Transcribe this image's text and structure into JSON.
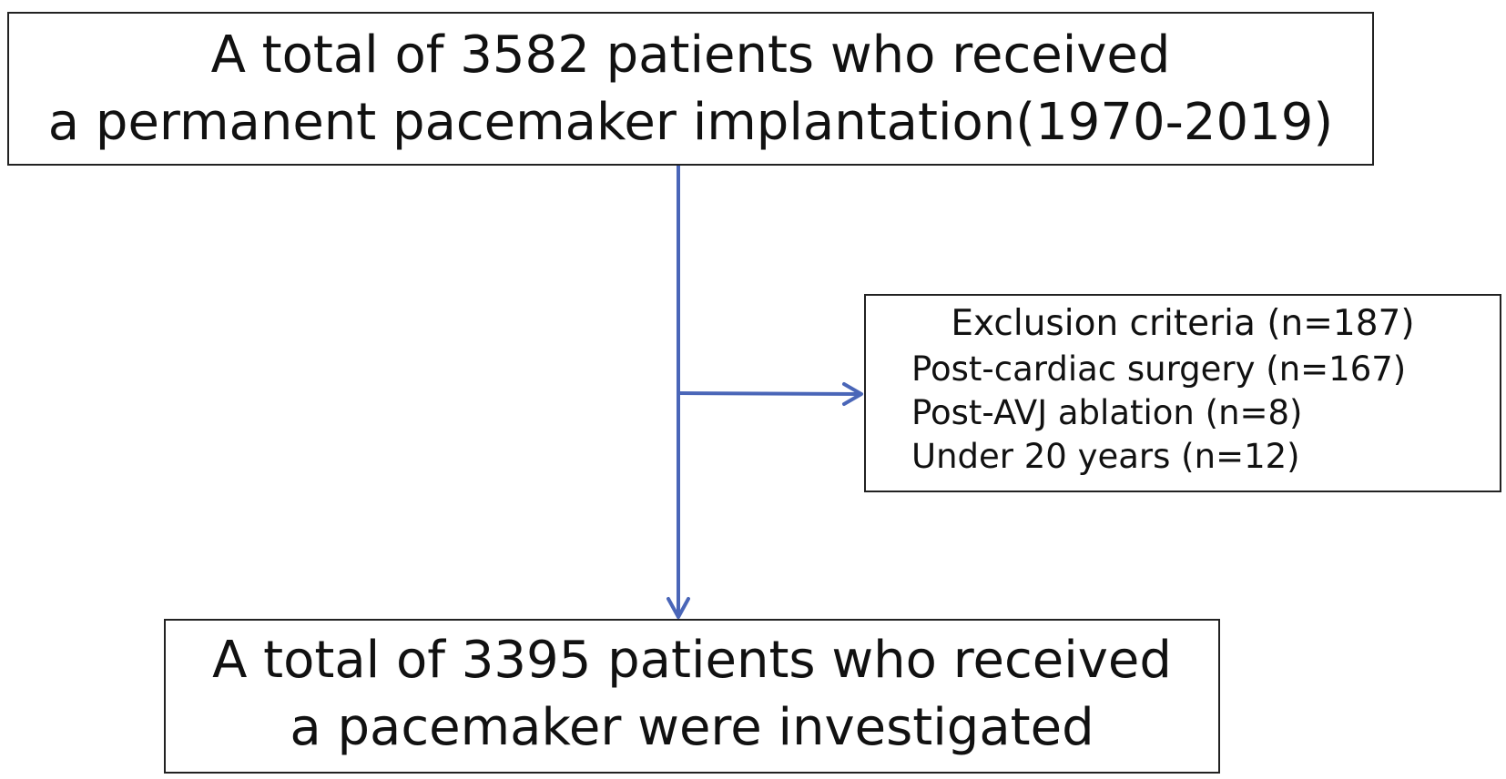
{
  "top_box": {
    "line1": "A total of 3582 patients who received",
    "line2": "a permanent pacemaker implantation(1970-2019)"
  },
  "exclusion_box": {
    "title": "Exclusion criteria (n=187)",
    "items": [
      "Post-cardiac surgery  (n=167)",
      "Post-AVJ ablation (n=8)",
      "Under 20 years (n=12)"
    ]
  },
  "bottom_box": {
    "line1": "A total of 3395 patients who received",
    "line2": "a pacemaker were investigated"
  },
  "colors": {
    "arrow": "#4a66b8",
    "border": "#222222"
  }
}
